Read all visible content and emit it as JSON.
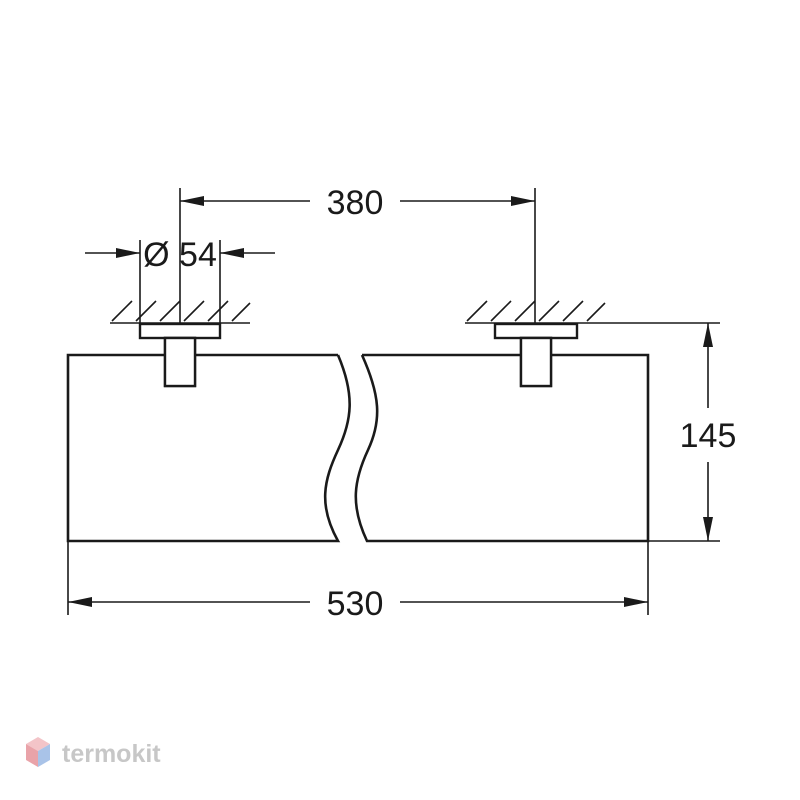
{
  "dimensions": {
    "mount_spacing": "380",
    "mount_diameter": "Ø 54",
    "height": "145",
    "length": "530"
  },
  "watermark": {
    "brand": "termokit",
    "logo_colors": [
      "#e9a3a9",
      "#a9c3e8",
      "#f3c4c8"
    ]
  },
  "colors": {
    "line": "#1a1a1a",
    "background": "#ffffff",
    "watermark_text": "#c7c7c7"
  }
}
